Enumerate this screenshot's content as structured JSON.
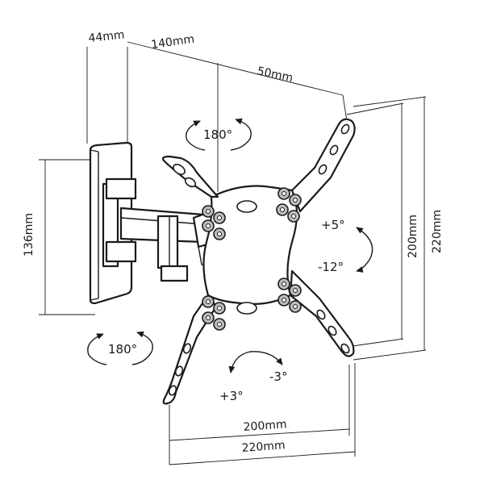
{
  "dimensions": {
    "wall_plate_depth": "44mm",
    "arm_length": "140mm",
    "plate_offset": "50mm",
    "wall_plate_height": "136mm",
    "vesa_vertical_inner": "200mm",
    "vesa_vertical_outer": "220mm",
    "vesa_horizontal_inner": "200mm",
    "vesa_horizontal_outer": "220mm"
  },
  "rotations": {
    "swivel_top": "180°",
    "swivel_bottom": "180°",
    "tilt_up": "+5°",
    "tilt_down": "-12°",
    "level_plus": "+3°",
    "level_minus": "-3°"
  },
  "colors": {
    "line": "#1a1a1a",
    "background": "#ffffff",
    "bolt_fill": "#bdbdbd"
  }
}
